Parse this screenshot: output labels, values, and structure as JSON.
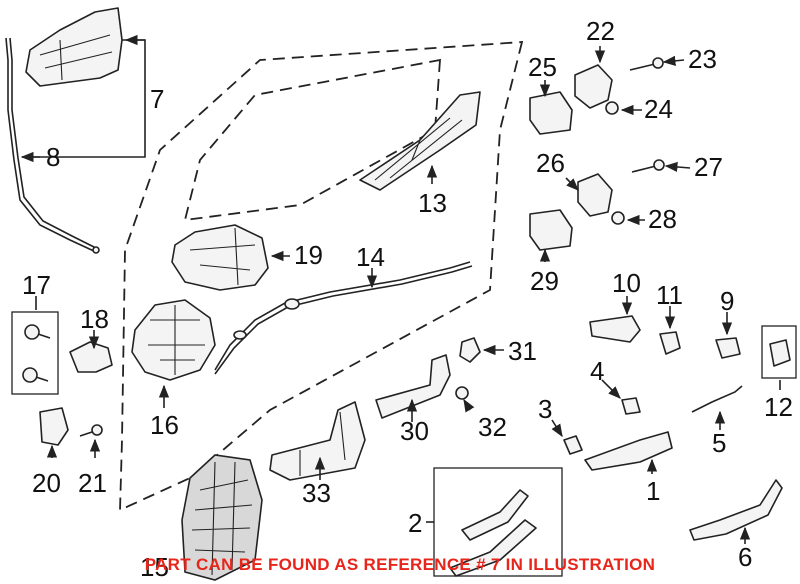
{
  "caption": {
    "text": "PART CAN BE FOUND AS REFERENCE # 7 IN ILLUSTRATION",
    "color": "#e8251b"
  },
  "callouts": [
    "1",
    "2",
    "3",
    "4",
    "5",
    "6",
    "7",
    "8",
    "9",
    "10",
    "11",
    "12",
    "13",
    "14",
    "15",
    "16",
    "17",
    "18",
    "19",
    "20",
    "21",
    "22",
    "23",
    "24",
    "25",
    "26",
    "27",
    "28",
    "29",
    "30",
    "31",
    "32",
    "33"
  ]
}
